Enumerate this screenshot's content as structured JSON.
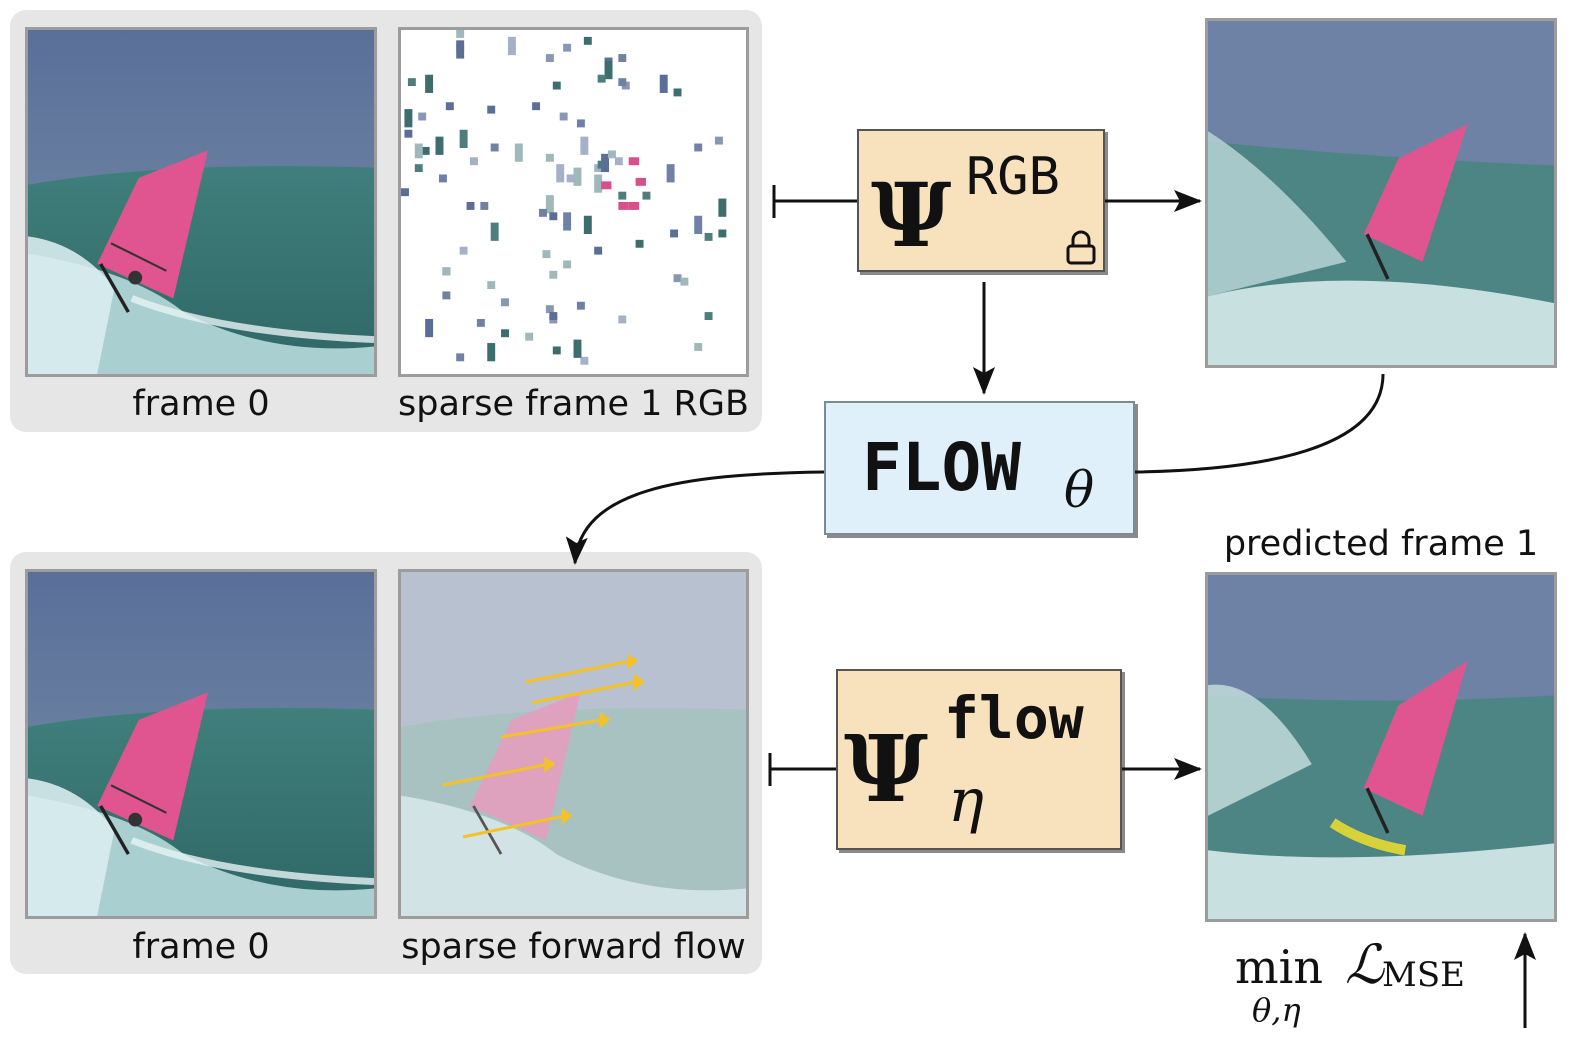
{
  "top_input": {
    "frame0_caption": "frame 0",
    "sparse_caption": "sparse frame 1 RGB"
  },
  "bottom_input": {
    "frame0_caption": "frame 0",
    "flow_caption": "sparse forward flow"
  },
  "psi_rgb": {
    "symbol": "Ψ",
    "superscript": "RGB",
    "locked_icon": "lock-icon"
  },
  "flow_net": {
    "name": "FLOW",
    "subscript": "θ"
  },
  "psi_flow": {
    "symbol": "Ψ",
    "superscript": "flow",
    "subscript": "η"
  },
  "predicted": {
    "caption": "predicted frame 1"
  },
  "loss": {
    "min": "min",
    "params": "θ,η",
    "L": "ℒ",
    "L_sub": "MSE"
  },
  "colors": {
    "panel_bg": "#e6e6e6",
    "psi_box": "#f8e2bd",
    "flow_box": "#dff0fb",
    "flow_arrows": "#f3c12a",
    "sail": "#e0558f"
  }
}
